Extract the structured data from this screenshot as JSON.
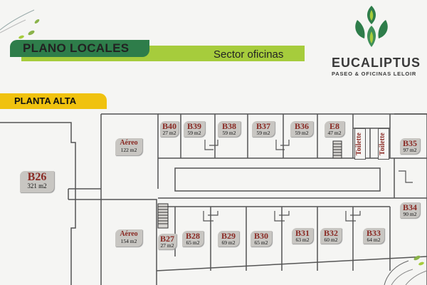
{
  "header": {
    "title": "PLANO LOCALES",
    "subtitle": "Sector oficinas",
    "floor": "PLANTA ALTA"
  },
  "brand": {
    "name": "EUCALIPTUS",
    "tagline": "PASEO & OFICINAS LELOIR",
    "colors": {
      "dark_green": "#2e7d4a",
      "light_green": "#a6cc3c",
      "yellow": "#f0c20f",
      "unit_code": "#8a2a24"
    }
  },
  "units": [
    {
      "code": "B26",
      "area": "321 m2"
    },
    {
      "code": "Aéreo",
      "area": "122 m2"
    },
    {
      "code": "Aéreo",
      "area": "154 m2"
    },
    {
      "code": "B40",
      "area": "27 m2"
    },
    {
      "code": "B39",
      "area": "59 m2"
    },
    {
      "code": "B38",
      "area": "59 m2"
    },
    {
      "code": "B37",
      "area": "59 m2"
    },
    {
      "code": "B36",
      "area": "59 m2"
    },
    {
      "code": "E8",
      "area": "47 m2"
    },
    {
      "code": "B35",
      "area": "97 m2"
    },
    {
      "code": "B34",
      "area": "90 m2"
    },
    {
      "code": "B27",
      "area": "27 m2"
    },
    {
      "code": "B28",
      "area": "65 m2"
    },
    {
      "code": "B29",
      "area": "69 m2"
    },
    {
      "code": "B30",
      "area": "65 m2"
    },
    {
      "code": "B31",
      "area": "63 m2"
    },
    {
      "code": "B32",
      "area": "60 m2"
    },
    {
      "code": "B33",
      "area": "64 m2"
    }
  ],
  "toilets": [
    "Toilette",
    "Toilette"
  ]
}
